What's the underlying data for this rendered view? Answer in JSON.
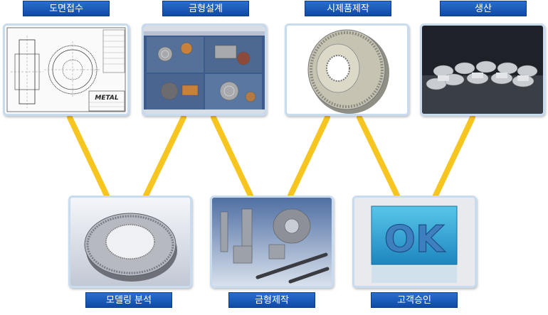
{
  "top_steps": [
    {
      "label": "도면접수"
    },
    {
      "label": "금형설계"
    },
    {
      "label": "시제품제작"
    },
    {
      "label": "생산"
    }
  ],
  "bottom_steps": [
    {
      "label": "모델링 분석"
    },
    {
      "label": "금형제작"
    },
    {
      "label": "고객승인"
    }
  ],
  "drawing_logo": {
    "text": "METAL"
  },
  "ok_sign": {
    "text": "OK"
  },
  "colors": {
    "label_blue": "#1a5bbf",
    "connector_yellow": "#f7c520",
    "card_border": "#c9dcef"
  }
}
